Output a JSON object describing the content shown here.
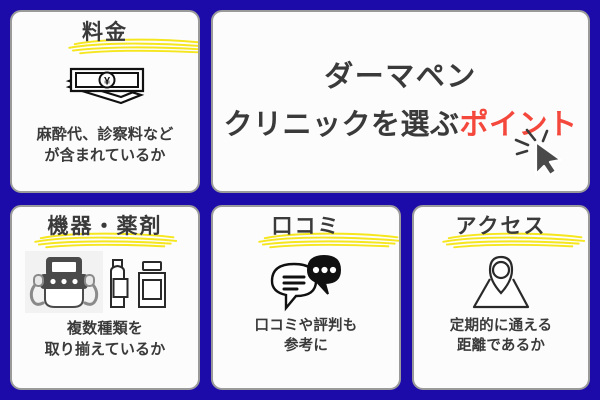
{
  "theme": {
    "background_color": "#1c0ba8",
    "card_background": "#fcfcfc",
    "card_border": "#9a9a9a",
    "heading_color": "#3a3a3a",
    "marker_yellow": "#f5e61e",
    "accent_red": "#f4483d",
    "icon_color": "#1a1a1a"
  },
  "hero": {
    "line1": "ダーマペン",
    "line2_prefix": "クリニックを選ぶ",
    "line2_accent": "ポイント",
    "cursor_icon": "click-cursor-icon"
  },
  "cards": [
    {
      "id": "fee",
      "heading": "料金",
      "icon": "banknotes-yen-icon",
      "body": "麻酔代、診察料など\nが含まれているか"
    },
    {
      "id": "device",
      "heading": "機器・薬剤",
      "icon": "laser-device-and-bottles-icon",
      "body": "複数種類を\n取り揃えているか"
    },
    {
      "id": "reviews",
      "heading": "口コミ",
      "icon": "speech-bubbles-icon",
      "body": "口コミや評判も\n参考に"
    },
    {
      "id": "access",
      "heading": "アクセス",
      "icon": "map-pin-icon",
      "body": "定期的に通える\n距離であるか"
    }
  ]
}
